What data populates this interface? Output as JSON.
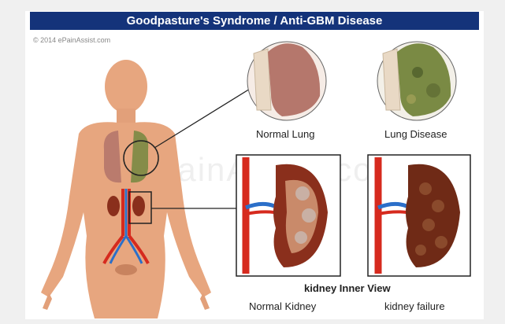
{
  "title": "Goodpasture's Syndrome  / Anti-GBM Disease",
  "copyright": "© 2014 ePainAssist.com",
  "watermark": "ePainAssist.com",
  "labels": {
    "normal_lung": "Normal Lung",
    "lung_disease": "Lung Disease",
    "section_title": "kidney Inner View",
    "normal_kidney": "Normal Kidney",
    "kidney_failure": "kidney failure"
  },
  "colors": {
    "banner": "#14337a",
    "skin": "#e7a67f",
    "lung_normal": "#b5776c",
    "lung_diseased": "#7a8a44",
    "artery": "#d62a1e",
    "vein": "#2b6fc9",
    "kidney": "#8a2f1c"
  }
}
